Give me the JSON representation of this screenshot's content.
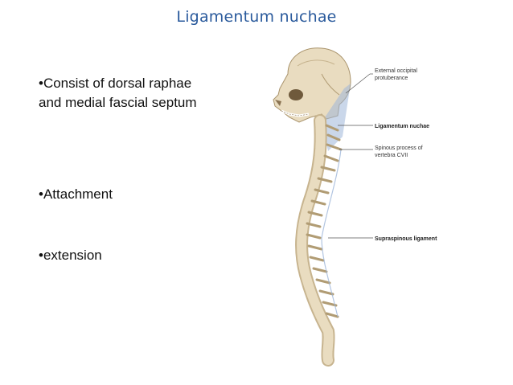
{
  "slide": {
    "title": "Ligamentum nuchae",
    "bullets": [
      "•Consist of dorsal raphae and medial fascial septum",
      "•Attachment",
      "•extension"
    ]
  },
  "figure": {
    "labels": {
      "external_occipital_line1": "External occipital",
      "external_occipital_line2": "protuberance",
      "ligamentum_nuchae": "Ligamentum nuchae",
      "spinous_process_line1": "Spinous process of",
      "spinous_process_line2": "vertebra CVII",
      "supraspinous": "Supraspinous ligament"
    },
    "colors": {
      "bone": "#e9dcc0",
      "bone_shadow": "#c7b48f",
      "ligament": "#9fb6d9",
      "title": "#2a5a9c"
    }
  }
}
